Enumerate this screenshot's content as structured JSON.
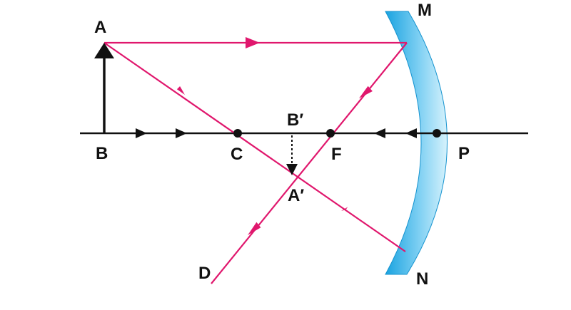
{
  "labels": {
    "A": "A",
    "B": "B",
    "C": "C",
    "B_prime": "B′",
    "F": "F",
    "P": "P",
    "M": "M",
    "N": "N",
    "A_prime": "A′",
    "D": "D"
  },
  "colors": {
    "ray": "#e0176d",
    "axis": "#111111",
    "mirror_light": "#cdeefb",
    "mirror_dark": "#1aa3e0",
    "point": "#111111"
  }
}
